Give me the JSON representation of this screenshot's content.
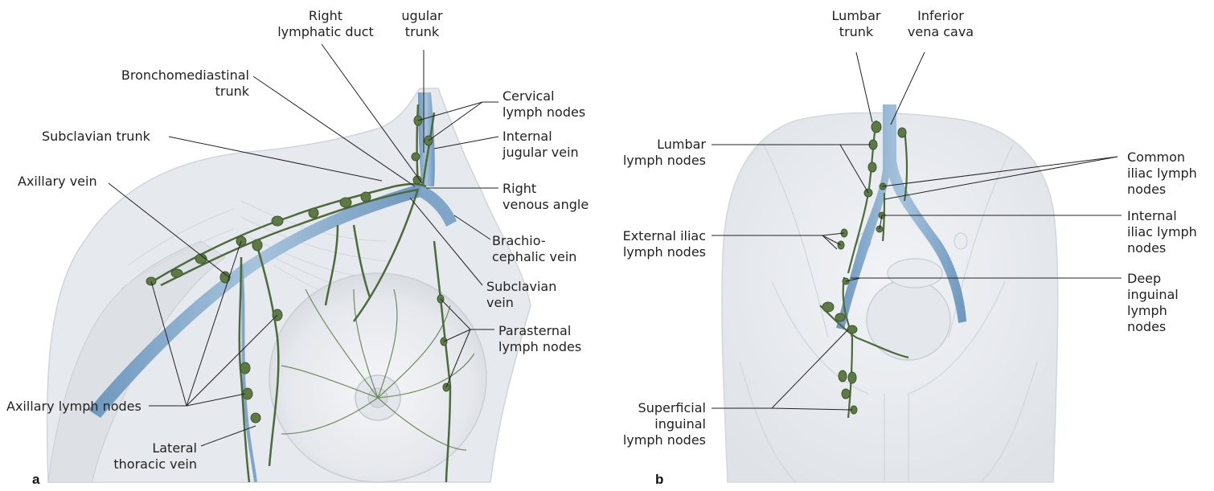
{
  "panel_a": {
    "letter": "a",
    "labels": {
      "right_lymphatic_duct": "Right\nlymphatic duct",
      "jugular_trunk": "ugular\ntrunk",
      "bronchomediastinal_trunk": "Bronchomediastinal\ntrunk",
      "subclavian_trunk": "Subclavian trunk",
      "axillary_vein": "Axillary vein",
      "cervical_lymph_nodes": "Cervical\nlymph nodes",
      "internal_jugular_vein": "Internal\njugular vein",
      "right_venous_angle": "Right\nvenous angle",
      "brachiocephalic_vein": "Brachio-\ncephalic vein",
      "subclavian_vein": "Subclavian\nvein",
      "parasternal_lymph_nodes": "Parasternal\nlymph nodes",
      "axillary_lymph_nodes": "Axillary lymph nodes",
      "lateral_thoracic_vein": "Lateral\nthoracic vein"
    }
  },
  "panel_b": {
    "letter": "b",
    "labels": {
      "lumbar_trunk": "Lumbar\ntrunk",
      "inferior_vena_cava": "Inferior\nvena cava",
      "lumbar_lymph_nodes": "Lumbar\nlymph nodes",
      "common_iliac_lymph_nodes": "Common\niliac lymph\nnodes",
      "internal_iliac_lymph_nodes": "Internal\niliac lymph\nnodes",
      "external_iliac_lymph_nodes": "External iliac\nlymph nodes",
      "deep_inguinal_lymph_nodes": "Deep\ninguinal\nlymph\nnodes",
      "superficial_inguinal_lymph_nodes": "Superficial\ninguinal\nlymph nodes"
    }
  },
  "colors": {
    "vein": "#7fa6c8",
    "vein_light": "#a9c4dc",
    "lymph": "#4f6a3a",
    "lymph_node": "#5d7a45",
    "skin_shade": "#dfe3e8",
    "muscle": "#e8ebef",
    "leader": "#222222"
  }
}
